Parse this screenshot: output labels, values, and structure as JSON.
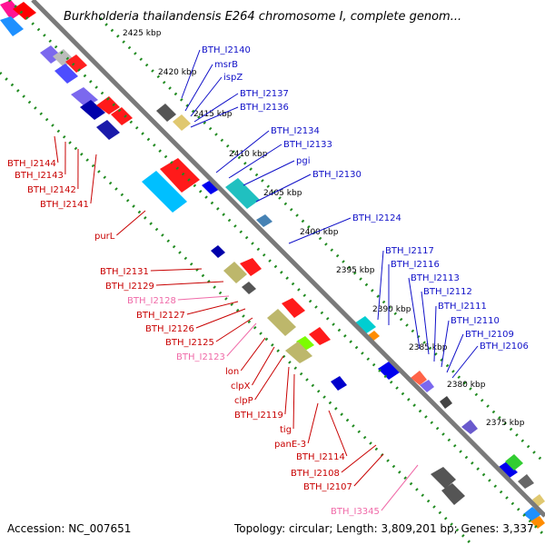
{
  "title": "Burkholderia thailandensis E264 chromosome I, complete genom...",
  "footer": {
    "accession": "Accession: NC_007651",
    "summary": "Topology: circular; Length: 3,809,201 bp; Genes: 3,337"
  },
  "colors": {
    "backbone": "#7a7a7a",
    "ticks": "#1f8a1f",
    "forward_label": "#1010c8",
    "reverse_label": "#c80000",
    "pseudo_label": "#f06aa8"
  },
  "kbp_ticks": [
    "2425 kbp",
    "2420 kbp",
    "2415 kbp",
    "2410 kbp",
    "2405 kbp",
    "2400 kbp",
    "2395 kbp",
    "2390 kbp",
    "2385 kbp",
    "2380 kbp",
    "2375 kbp"
  ],
  "forward_genes": [
    "BTH_I2140",
    "msrB",
    "ispZ",
    "BTH_I2137",
    "BTH_I2136",
    "BTH_I2134",
    "BTH_I2133",
    "pgi",
    "BTH_I2130",
    "BTH_I2124",
    "BTH_I2117",
    "BTH_I2116",
    "BTH_I2113",
    "BTH_I2112",
    "BTH_I2111",
    "BTH_I2110",
    "BTH_I2109",
    "BTH_I2106"
  ],
  "reverse_genes": [
    "BTH_I2144",
    "BTH_I2143",
    "BTH_I2142",
    "BTH_I2141",
    "purL",
    "BTH_I2131",
    "BTH_I2129",
    "BTH_I2128",
    "BTH_I2127",
    "BTH_I2126",
    "BTH_I2125",
    "BTH_I2123",
    "lon",
    "clpX",
    "clpP",
    "BTH_I2119",
    "tig",
    "panE-3",
    "BTH_I2114",
    "BTH_I2108",
    "BTH_I2107",
    "BTH_I3345"
  ],
  "pseudo_genes": [
    "BTH_I2128",
    "BTH_I2123",
    "BTH_I3345"
  ]
}
